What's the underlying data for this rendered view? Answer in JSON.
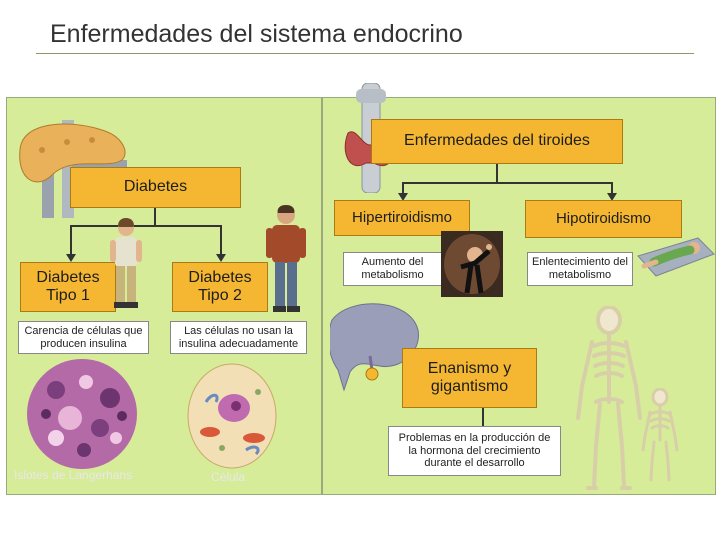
{
  "header": {
    "title": "Enfermedades del sistema endocrino"
  },
  "diabetes": {
    "title": "Diabetes",
    "type1": {
      "label": "Diabetes Tipo 1",
      "description": "Carencia de células que producen insulina"
    },
    "type2": {
      "label": "Diabetes Tipo 2",
      "description": "Las células no usan la insulina adecuadamente"
    },
    "islets_caption": "Islotes de Langerhans",
    "cell_caption": "Célula"
  },
  "thyroid": {
    "title": "Enfermedades del tiroides",
    "hyper": {
      "label": "Hipertiroidismo",
      "description": "Aumento del metabolismo"
    },
    "hypo": {
      "label": "Hipotiroidismo",
      "description": "Enlentecimiento del metabolismo"
    }
  },
  "growth": {
    "title": "Enanismo y gigantismo",
    "description": "Problemas en la producción de la hormona del crecimiento durante el desarrollo"
  },
  "colors": {
    "panel": "#d6ec98",
    "box": "#f5b731"
  }
}
